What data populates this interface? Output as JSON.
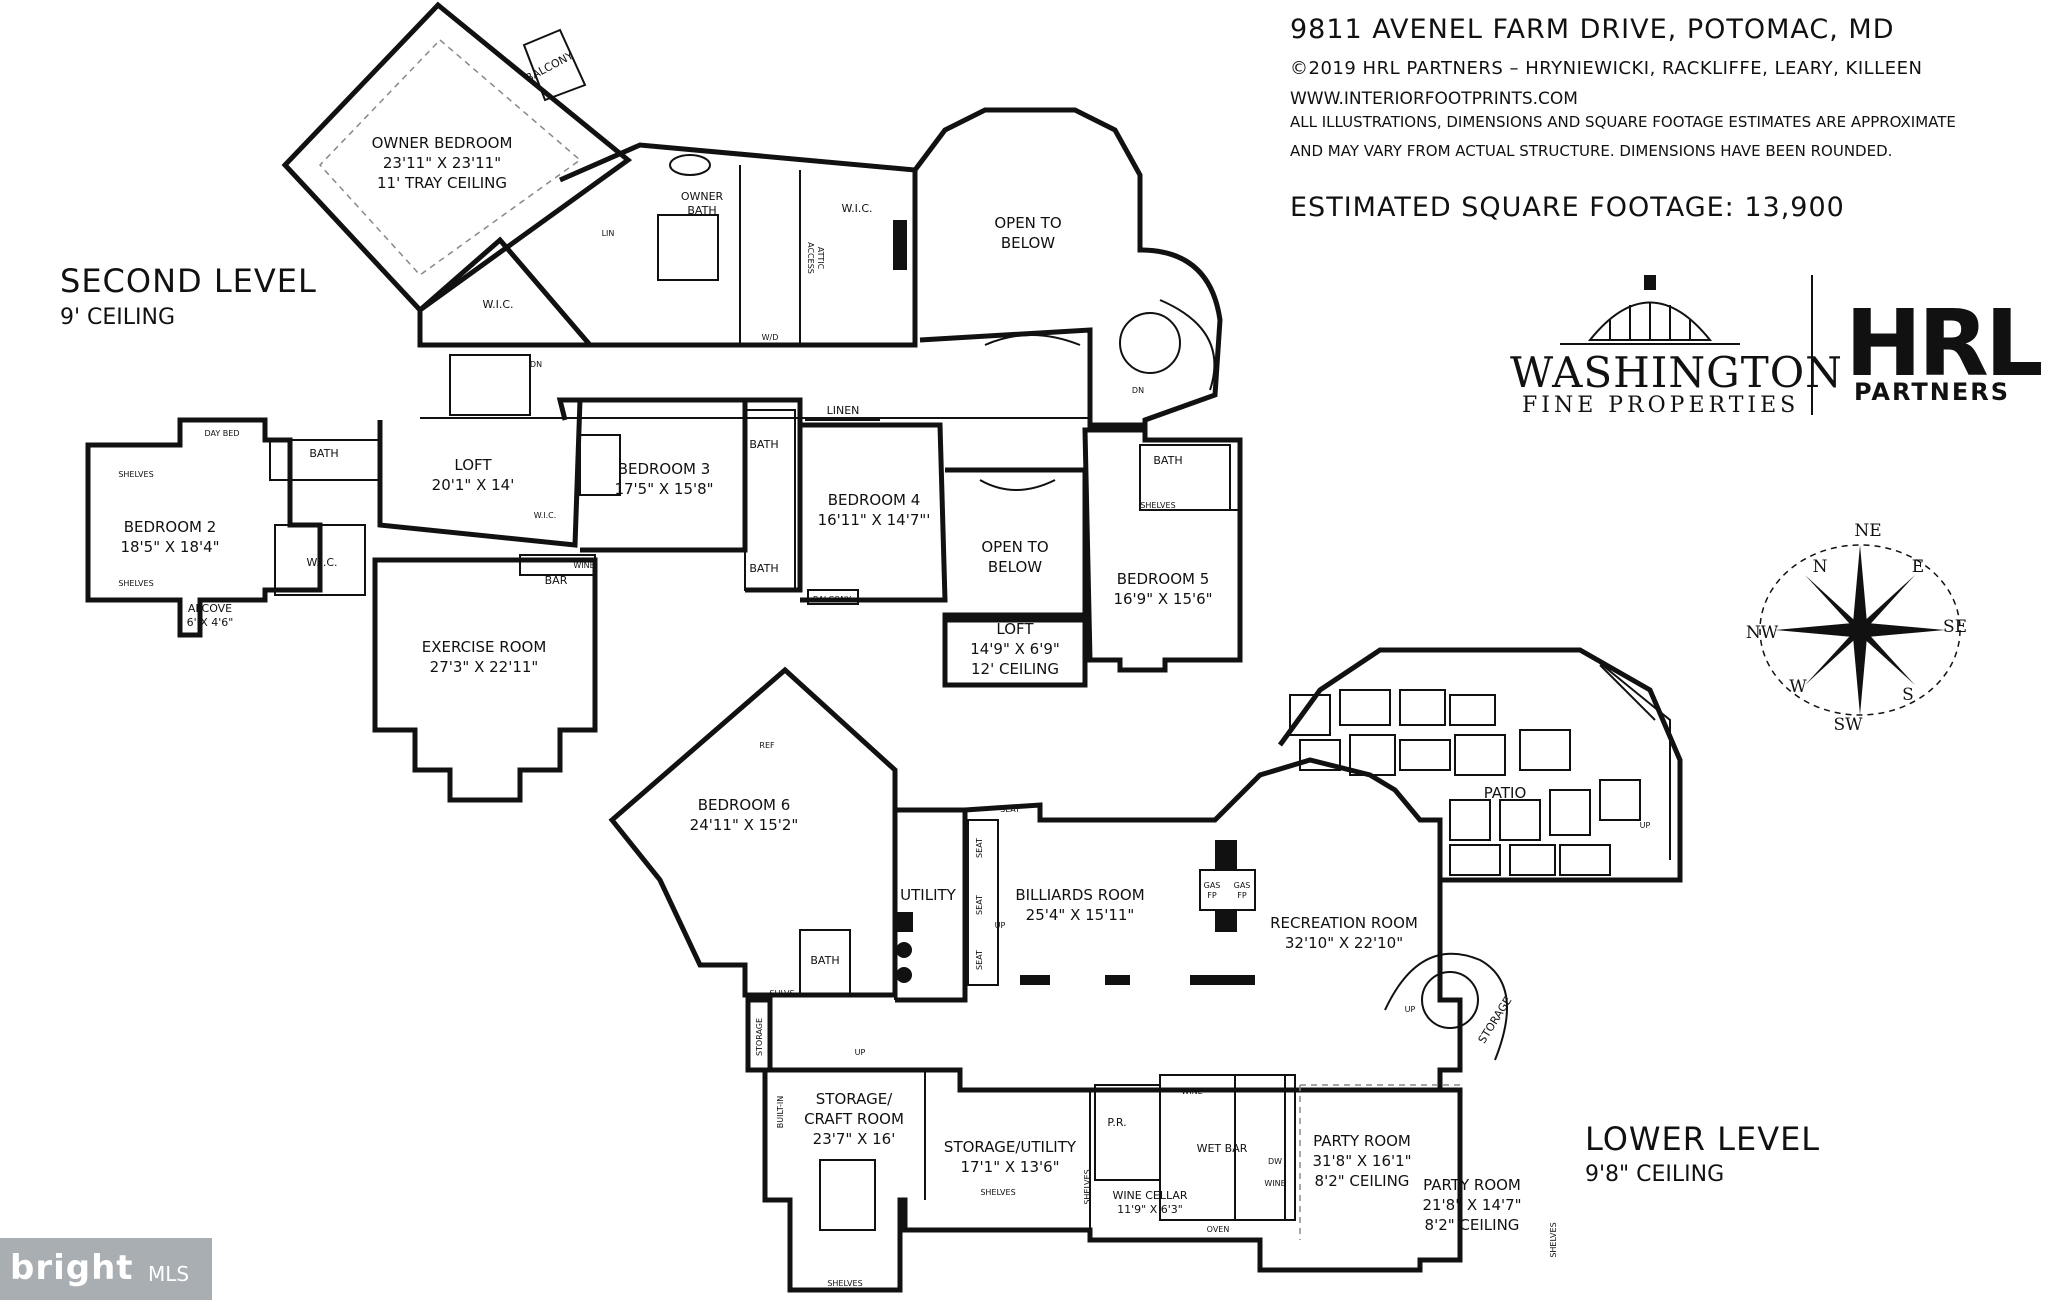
{
  "header": {
    "address": "9811 AVENEL FARM DRIVE, POTOMAC, MD",
    "copyright": "©2019 HRL PARTNERS – HRYNIEWICKI, RACKLIFFE, LEARY, KILLEEN",
    "website": "WWW.INTERIORFOOTPRINTS.COM",
    "disclaimer_line1": "ALL ILLUSTRATIONS, DIMENSIONS AND SQUARE FOOTAGE ESTIMATES ARE APPROXIMATE",
    "disclaimer_line2": "AND MAY VARY FROM ACTUAL STRUCTURE. DIMENSIONS HAVE BEEN ROUNDED.",
    "square_footage": "ESTIMATED SQUARE FOOTAGE: 13,900"
  },
  "logos": {
    "washington_name": "WASHINGTON",
    "washington_sub": "FINE PROPERTIES",
    "hrl_name": "HRL",
    "hrl_sub": "PARTNERS",
    "watermark_name": "bright",
    "watermark_sub": "MLS"
  },
  "levels": {
    "second": {
      "title": "SECOND LEVEL",
      "ceiling": "9' CEILING"
    },
    "lower": {
      "title": "LOWER LEVEL",
      "ceiling": "9'8\" CEILING"
    }
  },
  "compass": {
    "n": "N",
    "ne": "NE",
    "e": "E",
    "se": "SE",
    "s": "S",
    "sw": "SW",
    "w": "W",
    "nw": "NW"
  },
  "rooms_second": {
    "owner_bedroom": [
      "OWNER BEDROOM",
      "23'11\" X 23'11\"",
      "11' TRAY CEILING"
    ],
    "balcony_top": "BALCONY",
    "owner_bath": [
      "OWNER",
      "BATH"
    ],
    "wic_owner": "W.I.C.",
    "wic_left": "W.I.C.",
    "attic": [
      "ATTIC",
      "ACCESS"
    ],
    "lin": "LIN",
    "wd": "W/D",
    "open_below_top": [
      "OPEN TO",
      "BELOW"
    ],
    "dn_stair": "DN",
    "dn_spiral": "DN",
    "bedroom2": [
      "BEDROOM 2",
      "18'5\" X 18'4\""
    ],
    "day_bed": "DAY BED",
    "shelves_b2a": "SHELVES",
    "shelves_b2b": "SHELVES",
    "bath_b2": "BATH",
    "wic_b2": "W.I.C.",
    "alcove": [
      "ALCOVE",
      "6' X 4'6\""
    ],
    "loft": [
      "LOFT",
      "20'1\" X 14'"
    ],
    "wic_loft": "W.I.C.",
    "bedroom3": [
      "BEDROOM 3",
      "17'5\" X 15'8\""
    ],
    "bar": "BAR",
    "wine": "WINE",
    "linen": "LINEN",
    "bath_b3": "BATH",
    "bath_b4": "BATH",
    "bedroom4": [
      "BEDROOM 4",
      "16'11\" X 14'7\"'"
    ],
    "balcony_b4": "BALCONY",
    "open_below_mid": [
      "OPEN TO",
      "BELOW"
    ],
    "loft2": [
      "LOFT",
      "14'9\" X 6'9\"",
      "12' CEILING"
    ],
    "bath_b5": "BATH",
    "shelves_b5": "SHELVES",
    "bedroom5": [
      "BEDROOM 5",
      "16'9\" X 15'6\""
    ],
    "exercise": [
      "EXERCISE ROOM",
      "27'3\" X 22'11\""
    ]
  },
  "rooms_lower": {
    "bedroom6": [
      "BEDROOM 6",
      "24'11\" X 15'2\""
    ],
    "ref": "REF",
    "utility": "UTILITY",
    "bath": "BATH",
    "shlvs": "SHLVS",
    "storage_left": "STORAGE",
    "up_stair": "UP",
    "billiards": [
      "BILLIARDS ROOM",
      "25'4\" X 15'11\""
    ],
    "seat1": "SEAT",
    "seat2": "SEAT",
    "seat3": "SEAT",
    "seat4": "SEAT",
    "up_bill": "UP",
    "gas_fp1": [
      "GAS",
      "FP"
    ],
    "gas_fp2": [
      "GAS",
      "FP"
    ],
    "recreation": [
      "RECREATION ROOM",
      "32'10\" X 22'10\""
    ],
    "patio": "PATIO",
    "up_patio": "UP",
    "up_spiral": "UP",
    "storage_right": "STORAGE",
    "storage_craft": [
      "STORAGE/",
      "CRAFT ROOM",
      "23'7\" X 16'"
    ],
    "built_in": "BUILT-IN",
    "shelves_craft": "SHELVES",
    "storage_utility": [
      "STORAGE/UTILITY",
      "17'1\" X 13'6\""
    ],
    "shelves_su": "SHELVES",
    "pr": "P.R.",
    "shelves_pr": "SHELVES",
    "wet_bar": "WET BAR",
    "wine_wb": "WINE",
    "dw": "DW",
    "wine2": "WINE",
    "oven": "OVEN",
    "wine_cellar": [
      "WINE CELLAR",
      "11'9\" X 6'3\""
    ],
    "party1": [
      "PARTY ROOM",
      "31'8\" X 16'1\"",
      "8'2\" CEILING"
    ],
    "party2": [
      "PARTY ROOM",
      "21'8\" X 14'7\"",
      "8'2\" CEILING"
    ],
    "shelves_party": "SHELVES"
  }
}
